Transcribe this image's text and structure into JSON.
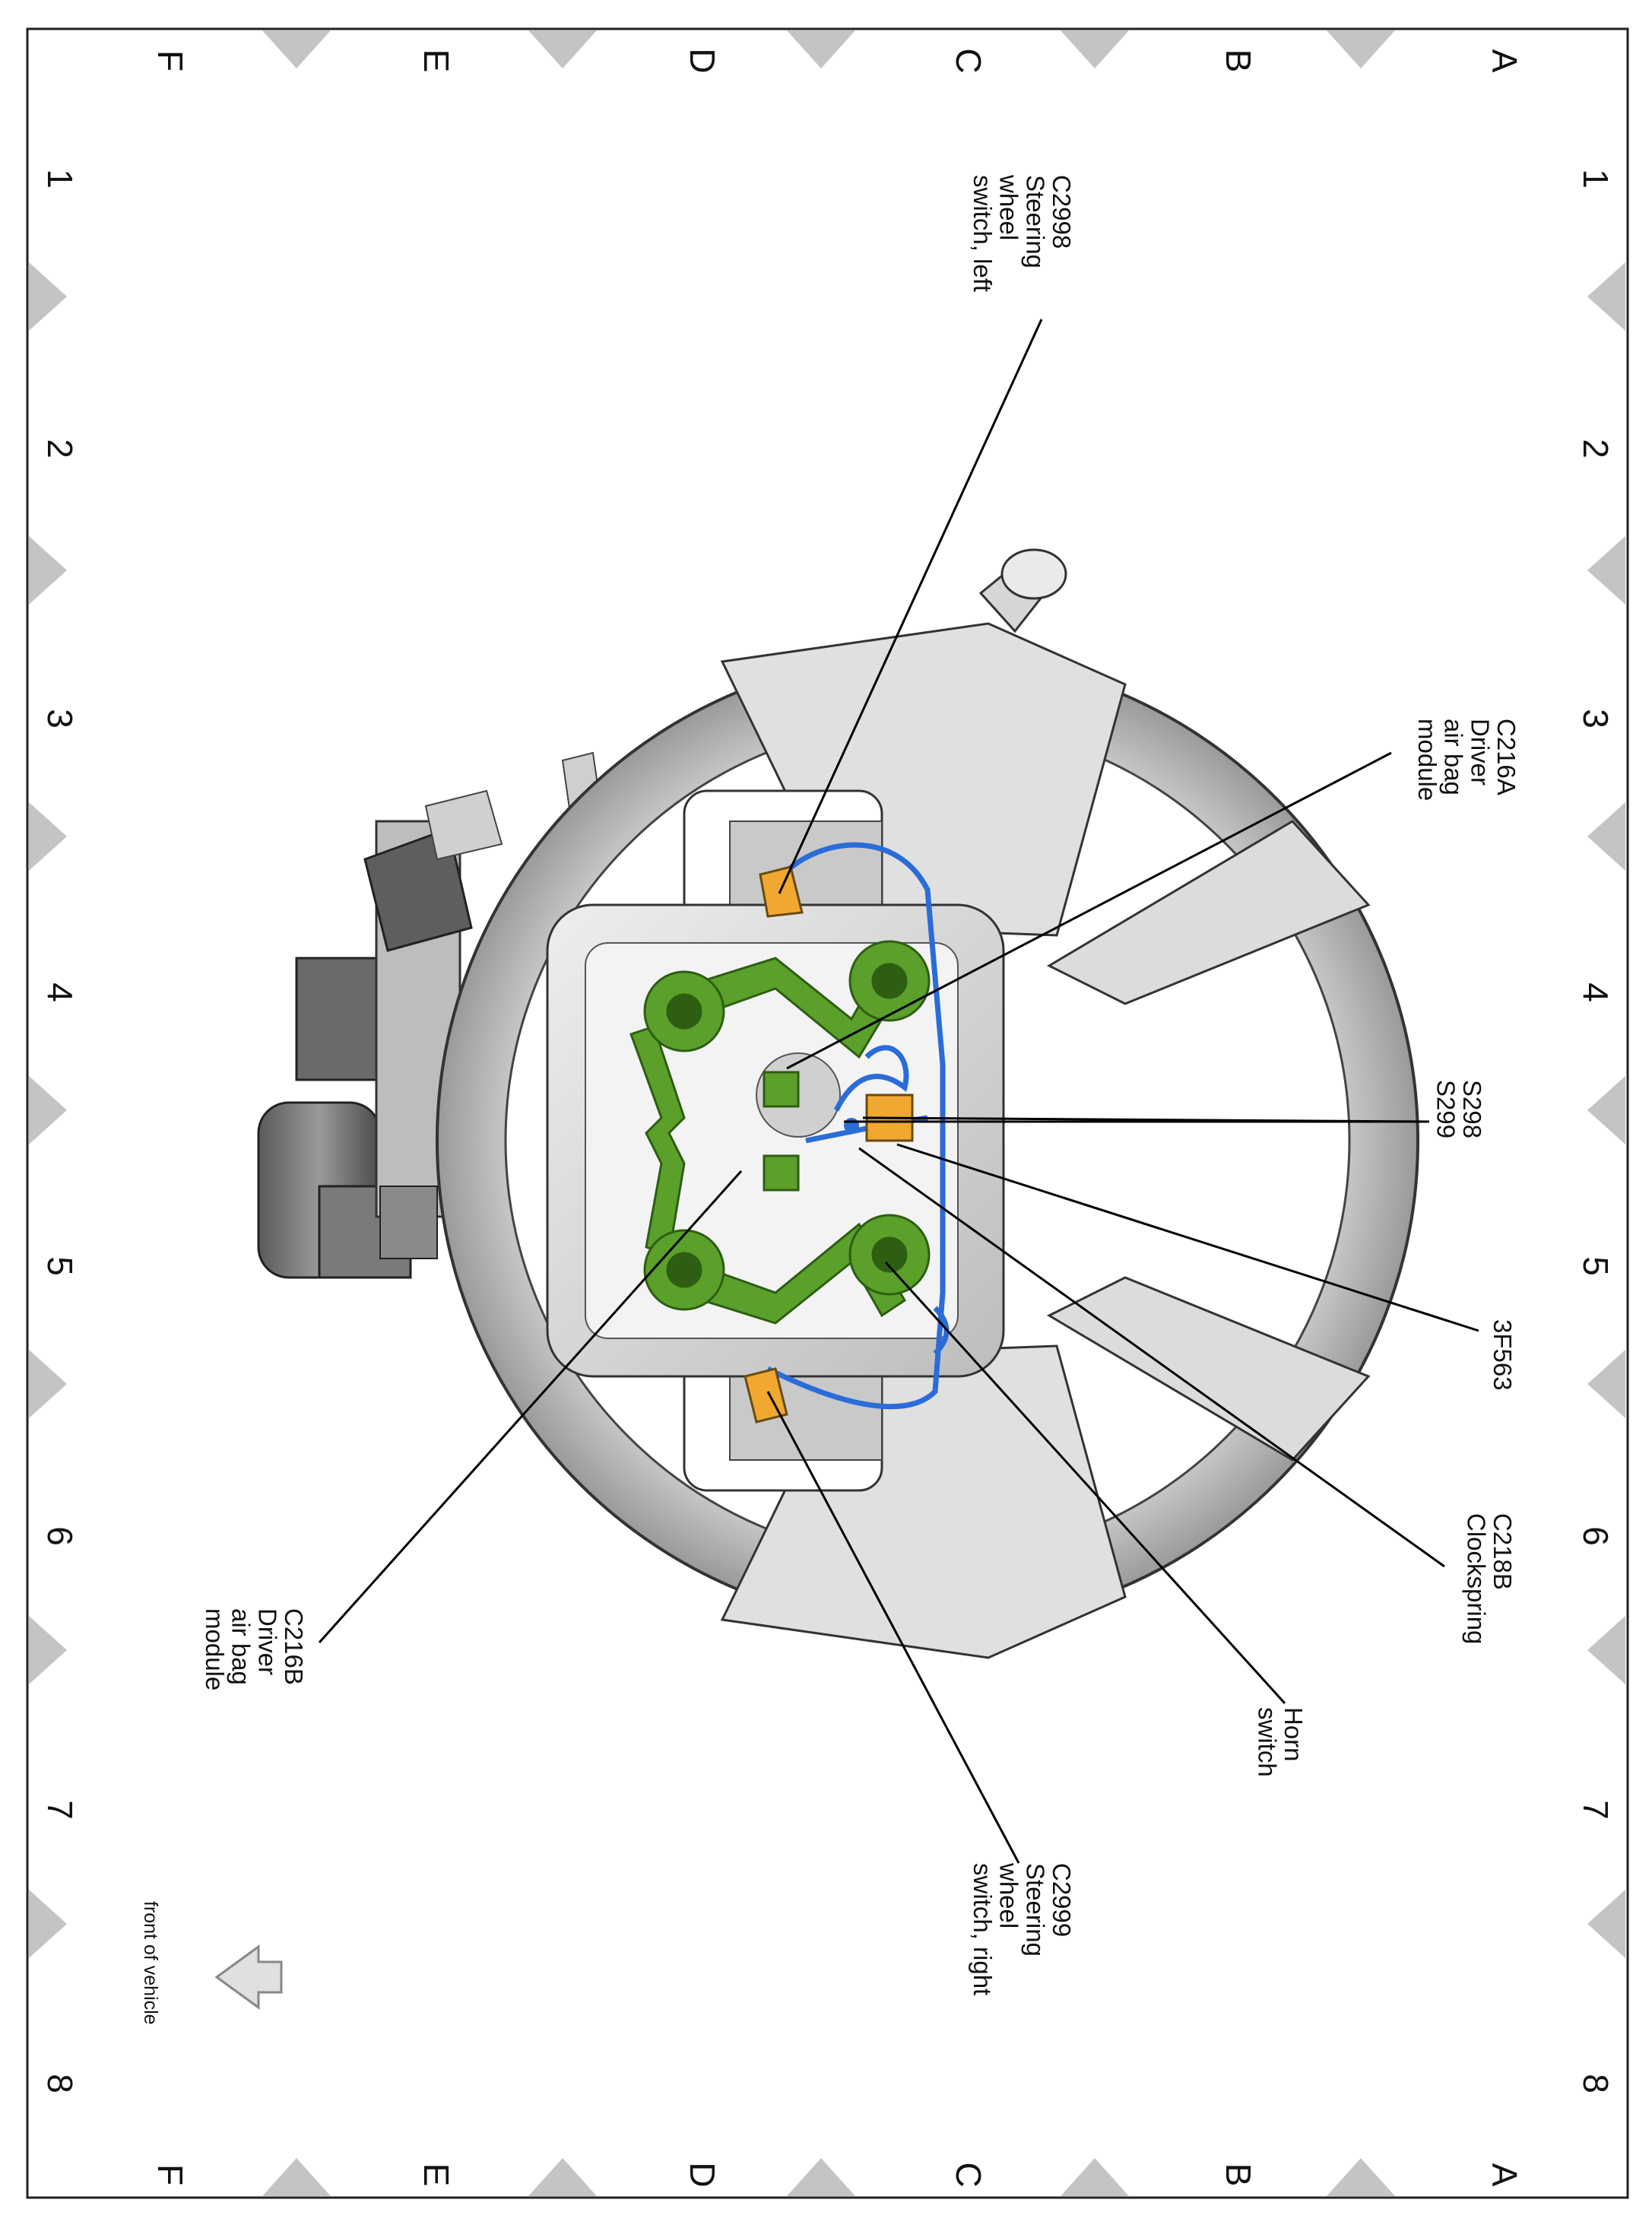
{
  "grid": {
    "columns": [
      "1",
      "2",
      "3",
      "4",
      "5",
      "6",
      "7",
      "8"
    ],
    "rows": [
      "A",
      "B",
      "C",
      "D",
      "E",
      "F"
    ]
  },
  "callouts": {
    "c2998": [
      "C2998",
      "Steering",
      "wheel",
      "switch, left"
    ],
    "c216a": [
      "C216A",
      "Driver",
      "air bag",
      "module"
    ],
    "s298": [
      "S298",
      "S299"
    ],
    "f3f563": [
      "3F563"
    ],
    "c218b": [
      "C218B",
      "Clockspring"
    ],
    "horn": [
      "Horn",
      "switch"
    ],
    "c2999": [
      "C2999",
      "Steering",
      "wheel",
      "switch, right"
    ],
    "c216b": [
      "C216B",
      "Driver",
      "air bag",
      "module"
    ]
  },
  "orientation": {
    "label": "front of vehicle"
  },
  "colors": {
    "connector_orange": "#f0a830",
    "connector_green": "#5aa02a",
    "harness_blue": "#2a6cd8",
    "wheel_gray": "#d8d8d8",
    "marker_gray": "#c4c4c4"
  }
}
